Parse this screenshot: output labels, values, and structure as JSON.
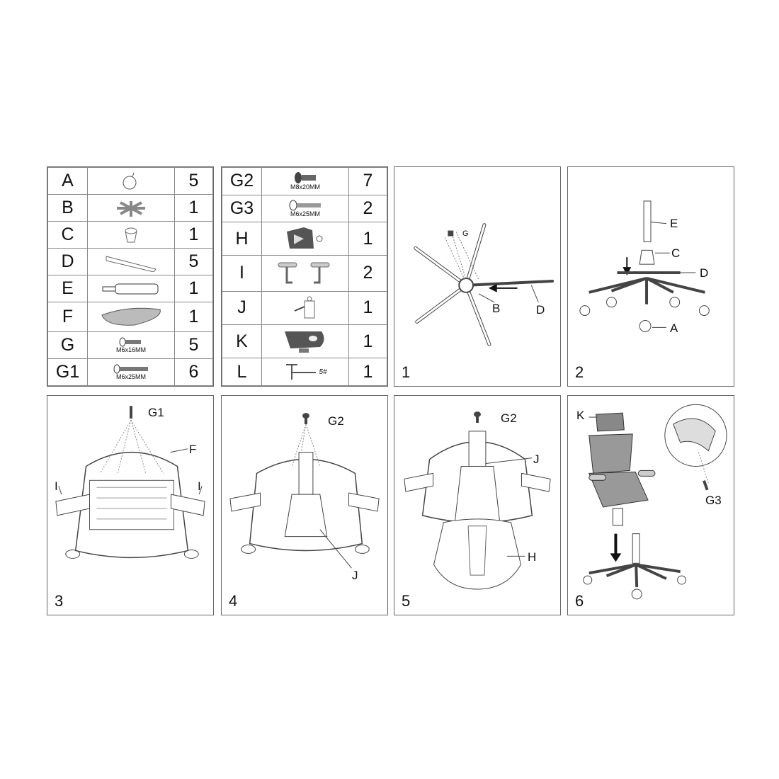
{
  "parts_table_1": [
    {
      "label": "A",
      "icon": "caster-wheel-icon",
      "spec": "",
      "qty": "5"
    },
    {
      "label": "B",
      "icon": "base-hub-icon",
      "spec": "",
      "qty": "1"
    },
    {
      "label": "C",
      "icon": "cylinder-cover-icon",
      "spec": "",
      "qty": "1"
    },
    {
      "label": "D",
      "icon": "base-leg-icon",
      "spec": "",
      "qty": "5"
    },
    {
      "label": "E",
      "icon": "gas-cylinder-icon",
      "spec": "",
      "qty": "1"
    },
    {
      "label": "F",
      "icon": "seat-icon",
      "spec": "",
      "qty": "1"
    },
    {
      "label": "G",
      "icon": "screw-icon",
      "spec": "M6x16MM",
      "qty": "5"
    },
    {
      "label": "G1",
      "icon": "screw-icon",
      "spec": "M6x25MM",
      "qty": "6"
    }
  ],
  "parts_table_2": [
    {
      "label": "G2",
      "icon": "bolt-icon",
      "spec": "M8x20MM",
      "qty": "7"
    },
    {
      "label": "G3",
      "icon": "screw-icon",
      "spec": "M6x25MM",
      "qty": "2"
    },
    {
      "label": "H",
      "icon": "backrest-icon",
      "spec": "",
      "qty": "1"
    },
    {
      "label": "I",
      "icon": "armrest-icon",
      "spec": "",
      "qty": "2"
    },
    {
      "label": "J",
      "icon": "mechanism-icon",
      "spec": "",
      "qty": "1"
    },
    {
      "label": "K",
      "icon": "headrest-icon",
      "spec": "",
      "qty": "1"
    },
    {
      "label": "L",
      "icon": "hex-key-icon",
      "spec": "5#",
      "qty": "1"
    }
  ],
  "steps": [
    {
      "number": "1",
      "callouts": [
        "G",
        "B",
        "D"
      ]
    },
    {
      "number": "2",
      "callouts": [
        "E",
        "C",
        "D",
        "A"
      ]
    },
    {
      "number": "3",
      "callouts": [
        "G1",
        "F",
        "I",
        "I"
      ]
    },
    {
      "number": "4",
      "callouts": [
        "G2",
        "J"
      ]
    },
    {
      "number": "5",
      "callouts": [
        "G2",
        "J",
        "H"
      ]
    },
    {
      "number": "6",
      "callouts": [
        "K",
        "G3"
      ]
    }
  ]
}
